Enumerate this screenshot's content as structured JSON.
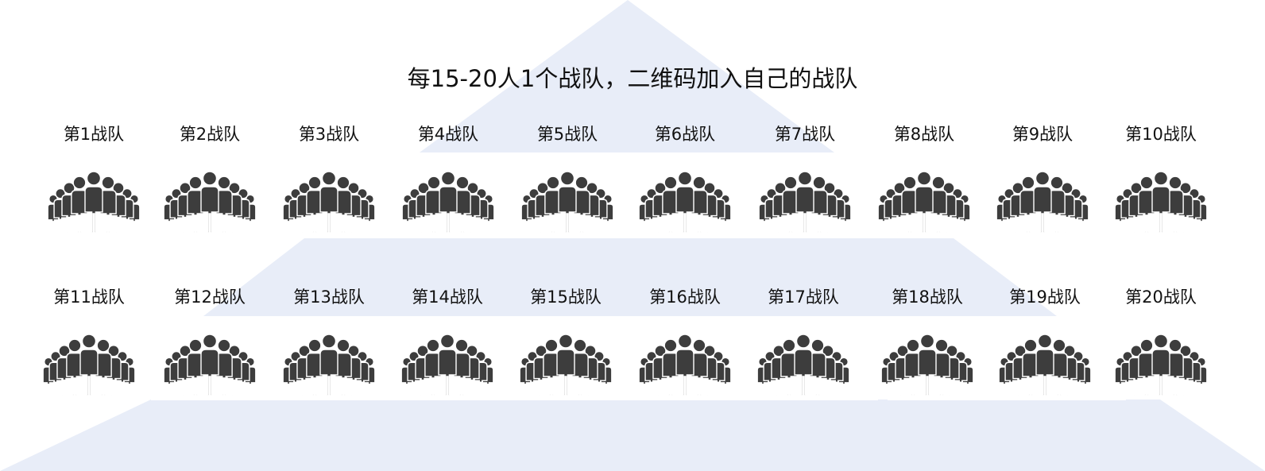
{
  "title": "每15-20人1个战队，二维码加入自己的战队",
  "colors": {
    "background": "#ffffff",
    "pyramid": "#e8edf8",
    "icon": "#3d3d3d",
    "text": "#111111"
  },
  "icon_name": "crowd-icon",
  "rows": [
    {
      "teams": [
        {
          "label": "第1战队"
        },
        {
          "label": "第2战队"
        },
        {
          "label": "第3战队"
        },
        {
          "label": "第4战队"
        },
        {
          "label": "第5战队"
        },
        {
          "label": "第6战队"
        },
        {
          "label": "第7战队"
        },
        {
          "label": "第8战队"
        },
        {
          "label": "第9战队"
        },
        {
          "label": "第10战队"
        }
      ]
    },
    {
      "teams": [
        {
          "label": "第11战队"
        },
        {
          "label": "第12战队"
        },
        {
          "label": "第13战队"
        },
        {
          "label": "第14战队"
        },
        {
          "label": "第15战队"
        },
        {
          "label": "第16战队"
        },
        {
          "label": "第17战队"
        },
        {
          "label": "第18战队"
        },
        {
          "label": "第19战队"
        },
        {
          "label": "第20战队"
        }
      ]
    }
  ]
}
